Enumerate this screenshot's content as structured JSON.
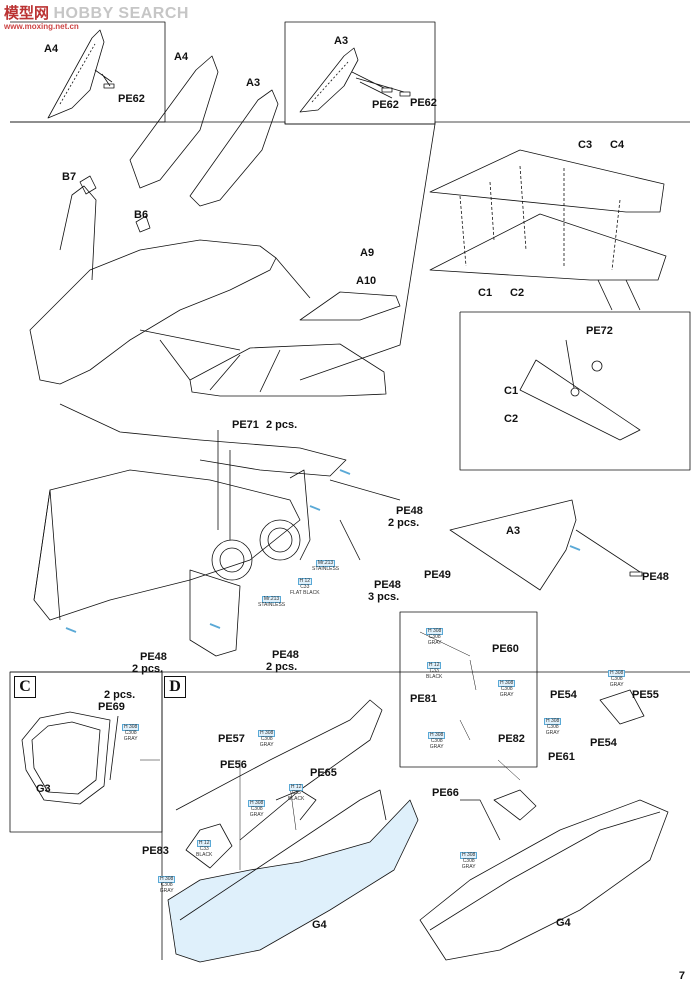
{
  "watermark": {
    "cn": "模型网",
    "en": "HOBBY SEARCH",
    "url": "www.moxing.net.cn"
  },
  "page_number": "7",
  "sections": {
    "c": "C",
    "d": "D"
  },
  "labels": {
    "a4_top": "A4",
    "pe62_top_left": "PE62",
    "a3_top": "A3",
    "pe62_top_right_1": "PE62",
    "pe62_top_right_2": "PE62",
    "a4_main": "A4",
    "a3_main": "A3",
    "b7": "B7",
    "b6": "B6",
    "a9": "A9",
    "a10": "A10",
    "c3": "C3",
    "c4": "C4",
    "c1_top": "C1",
    "c2_top": "C2",
    "pe72": "PE72",
    "c1_detail": "C1",
    "c2_detail": "C2",
    "pe71": "PE71",
    "pe71_qty": "2 pcs.",
    "pe48_a": "PE48",
    "pe48_a_qty": "2 pcs.",
    "pe49": "PE49",
    "pe48_b": "PE48",
    "pe48_b_qty": "3 pcs.",
    "a3_right": "A3",
    "pe48_right": "PE48",
    "pe48_c": "PE48",
    "pe48_c_qty": "2 pcs.",
    "pe48_d": "PE48",
    "pe48_d_qty": "2 pcs.",
    "pe60": "PE60",
    "pe81": "PE81",
    "pe82": "PE82",
    "pe69_qty": "2 pcs.",
    "pe69": "PE69",
    "g3": "G3",
    "pe57": "PE57",
    "pe56": "PE56",
    "pe65": "PE65",
    "pe83": "PE83",
    "g4_left": "G4",
    "pe54_top": "PE54",
    "pe55": "PE55",
    "pe54_bottom": "PE54",
    "pe61": "PE61",
    "pe66": "PE66",
    "g4_right": "G4"
  },
  "paint_callouts": {
    "stainless_1": [
      "Mr.213",
      "STAINLESS"
    ],
    "flatblack_1": [
      "H 12",
      "C33",
      "FLAT BLACK"
    ],
    "stainless_2": [
      "Mr.213",
      "STAINLESS"
    ],
    "gray_pe60": [
      "H 308",
      "C308",
      "GRAY"
    ],
    "black_pe60": [
      "H 12",
      "C33",
      "BLACK"
    ],
    "gray_pe81": [
      "H 308",
      "C308",
      "GRAY"
    ],
    "gray_pe82": [
      "H 308",
      "C308",
      "GRAY"
    ],
    "gray_pe69": [
      "H 308",
      "C308",
      "GRAY"
    ],
    "gray_pe57": [
      "H 308",
      "C308",
      "GRAY"
    ],
    "gray_g4a": [
      "H 308",
      "C308",
      "GRAY"
    ],
    "black_pe65": [
      "H 12",
      "C33",
      "BLACK"
    ],
    "black_pe83": [
      "H 12",
      "C33",
      "BLACK"
    ],
    "gray_pe83": [
      "H 308",
      "C308",
      "GRAY"
    ],
    "gray_pe55": [
      "H 308",
      "C308",
      "GRAY"
    ],
    "gray_pe54": [
      "H 308",
      "C308",
      "GRAY"
    ],
    "gray_pe66": [
      "H 308",
      "C308",
      "GRAY"
    ]
  },
  "colors": {
    "line": "#111111",
    "highlight": "#9fd0ee",
    "paint_chip": "#dff0fb"
  }
}
